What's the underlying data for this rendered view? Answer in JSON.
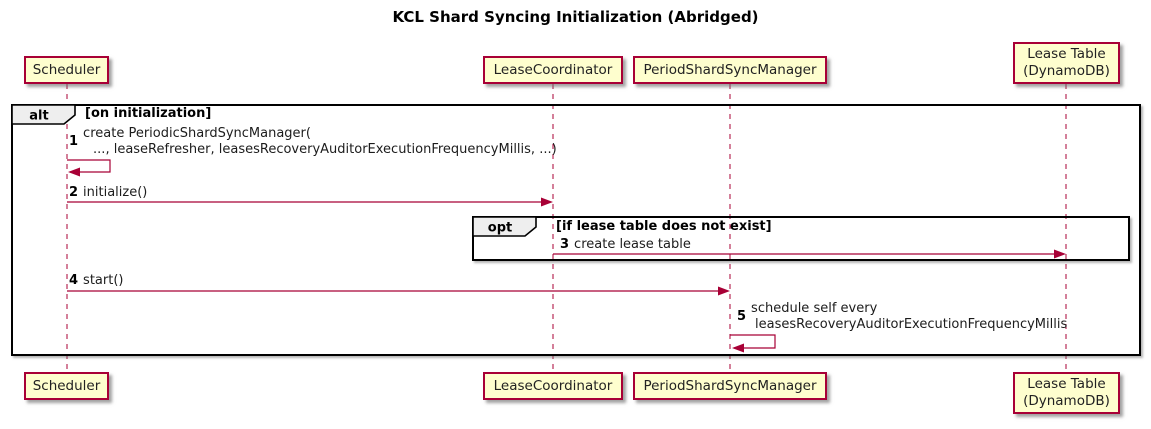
{
  "title": "KCL Shard Syncing Initialization (Abridged)",
  "participants": [
    {
      "label": "Scheduler"
    },
    {
      "label": "LeaseCoordinator"
    },
    {
      "label": "PeriodShardSyncManager"
    },
    {
      "label": "Lease Table",
      "sublabel": "(DynamoDB)"
    }
  ],
  "frames": {
    "alt": {
      "keyword": "alt",
      "guard": "[on initialization]"
    },
    "opt": {
      "keyword": "opt",
      "guard": "[if lease table does not exist]"
    }
  },
  "messages": [
    {
      "num": "1",
      "line1": "create PeriodicShardSyncManager(",
      "line2": "..., leaseRefresher, leasesRecoveryAuditorExecutionFrequencyMillis, ...)"
    },
    {
      "num": "2",
      "text": "initialize()"
    },
    {
      "num": "3",
      "text": "create lease table"
    },
    {
      "num": "4",
      "text": "start()"
    },
    {
      "num": "5",
      "line1": "schedule self every",
      "line2": "leasesRecoveryAuditorExecutionFrequencyMillis"
    }
  ],
  "colors": {
    "accent": "#A80036",
    "participant_fill": "#FEFECE",
    "frame_label_fill": "#EEEEEE",
    "frame_border": "#000000"
  }
}
